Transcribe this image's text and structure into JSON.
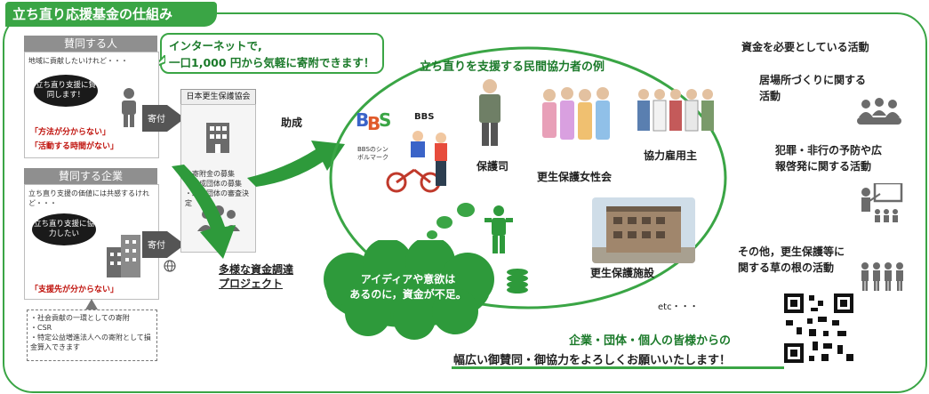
{
  "colors": {
    "brand_green": "#3aa545",
    "dark_green": "#1b7a2a",
    "gray": "#8f8f8f",
    "red": "#c0140e"
  },
  "title": "立ち直り応援基金の仕組み",
  "callout": {
    "line1": "インターネットで,",
    "line2": "一口1,000 円から気軽に寄附できます！"
  },
  "individual": {
    "header": "賛同する人",
    "intro": "地域に貢献したいけれど・・・",
    "bubble": "立ち直り支援に賛同します！",
    "problem1": "「方法が分からない」",
    "problem2": "「活動する時間がない」",
    "donate": "寄付"
  },
  "company": {
    "header": "賛同する企業",
    "intro": "立ち直り支援の価値には共感するけれど・・・",
    "bubble": "立ち直り支援に協力したい",
    "problem": "「支援先が分からない」",
    "donate": "寄付"
  },
  "benefits": [
    "・社会貢献の一環としての寄附",
    "・CSR",
    "・特定公益増進法人への寄附として損金算入できます"
  ],
  "association": {
    "name": "日本更生保護協会",
    "tasks": [
      "・寄附金の募集",
      "・助成団体の募集",
      "・助成団体の審査決定"
    ]
  },
  "grant": "助成",
  "project": {
    "line1": "多様な資金調達",
    "line2": "プロジェクト"
  },
  "cloud": {
    "line1": "アイディアや意欲は",
    "line2": "あるのに，資金が不足。"
  },
  "partners": {
    "title": "立ち直りを支援する民間協力者の例",
    "bbs": "BBS",
    "bbs_mark": "BBSのシンボルマーク",
    "hogoshi": "保護司",
    "women": "更生保護女性会",
    "employer": "協力雇用主",
    "facility": "更生保護施設",
    "etc": "etc・・・"
  },
  "activities": {
    "title": "資金を必要としている活動",
    "items": [
      {
        "line1": "居場所づくりに関する",
        "line2": "活動"
      },
      {
        "line1": "犯罪・非行の予防や広",
        "line2": "報啓発に関する活動"
      },
      {
        "line1": "その他，更生保護等に",
        "line2": "関する草の根の活動"
      }
    ]
  },
  "footer": {
    "line1": "企業・団体・個人の皆様からの",
    "line2": "幅広い御賛同・御協力をよろしくお願いいたします！"
  },
  "icons": [
    "person-icon",
    "building-icon",
    "group-icon",
    "qr-code-icon",
    "meeting-icon",
    "presenter-icon",
    "people-icon",
    "coins-icon",
    "globe-icon"
  ]
}
